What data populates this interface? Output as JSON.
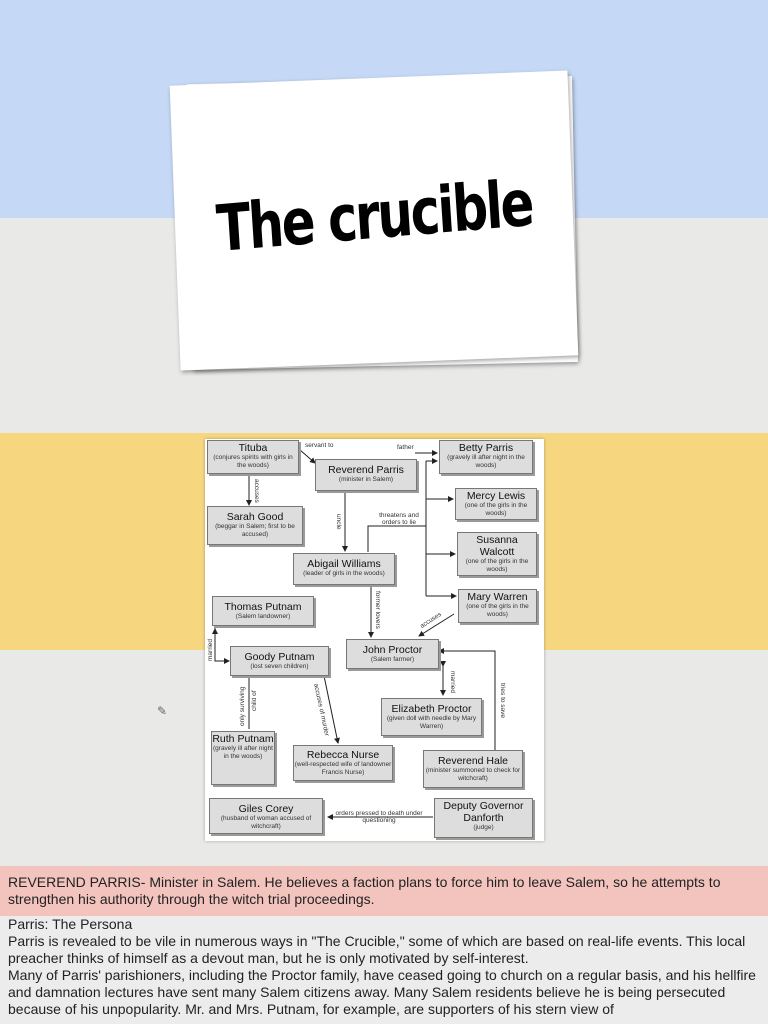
{
  "title": "The crucible",
  "diagram": {
    "nodes": {
      "tituba": {
        "name": "Tituba",
        "desc": "(conjures spirits with girls in the woods)"
      },
      "parris": {
        "name": "Reverend Parris",
        "desc": "(minister in Salem)"
      },
      "betty": {
        "name": "Betty Parris",
        "desc": "(gravely ill after night in the woods)"
      },
      "mercy": {
        "name": "Mercy Lewis",
        "desc": "(one of the girls in the woods)"
      },
      "sarah": {
        "name": "Sarah Good",
        "desc": "(beggar in Salem; first to be accused)"
      },
      "susanna": {
        "name": "Susanna Walcott",
        "desc": "(one of the girls in the woods)"
      },
      "abigail": {
        "name": "Abigail Williams",
        "desc": "(leader of girls in the woods)"
      },
      "mary": {
        "name": "Mary Warren",
        "desc": "(one of the girls in the woods)"
      },
      "tputnam": {
        "name": "Thomas Putnam",
        "desc": "(Salem landowner)"
      },
      "proctor": {
        "name": "John Proctor",
        "desc": "(Salem farmer)"
      },
      "gputnam": {
        "name": "Goody Putnam",
        "desc": "(lost seven children)"
      },
      "elizabeth": {
        "name": "Elizabeth Proctor",
        "desc": "(given doll with needle by Mary Warren)"
      },
      "ruth": {
        "name": "Ruth Putnam",
        "desc": "(gravely ill after night in the woods)"
      },
      "rebecca": {
        "name": "Rebecca Nurse",
        "desc": "(well-respected wife of landowner Francis Nurse)"
      },
      "hale": {
        "name": "Reverend Hale",
        "desc": "(minister summoned to check for witchcraft)"
      },
      "giles": {
        "name": "Giles Corey",
        "desc": "(husband of woman accused of witchcraft)"
      },
      "danforth": {
        "name": "Deputy Governor Danforth",
        "desc": "(judge)"
      }
    },
    "labels": {
      "servant_to": "servant to",
      "father": "father",
      "accuses": "accuses",
      "uncle": "uncle",
      "threatens": "threatens and orders to lie",
      "former_lovers": "former lovers",
      "accuses2": "accuses",
      "married": "married",
      "accuses_murder": "accuses of murder",
      "married2": "married",
      "tries_to_save": "tries to save",
      "child_of": "child of",
      "only_surviving": "only surviving",
      "orders_pressed": "orders pressed to death under questioning"
    }
  },
  "caption": "REVEREND PARRIS- Minister in Salem. He believes a faction plans to force him to leave Salem, so he attempts to strengthen his authority through the witch trial proceedings.",
  "body": {
    "heading": "Parris: The Persona",
    "p1": "Parris is revealed to be vile in numerous ways in \"The Crucible,\" some of which are based on real-life events. This local preacher thinks of himself as a devout man, but he is only motivated by self-interest.",
    "p2": "Many of Parris' parishioners, including the Proctor family, have ceased going to church on a regular basis, and his hellfire and damnation lectures have sent many Salem citizens away. Many Salem residents believe he is being persecuted because of his unpopularity. Mr. and Mrs. Putnam, for example, are supporters of his stern view of"
  }
}
